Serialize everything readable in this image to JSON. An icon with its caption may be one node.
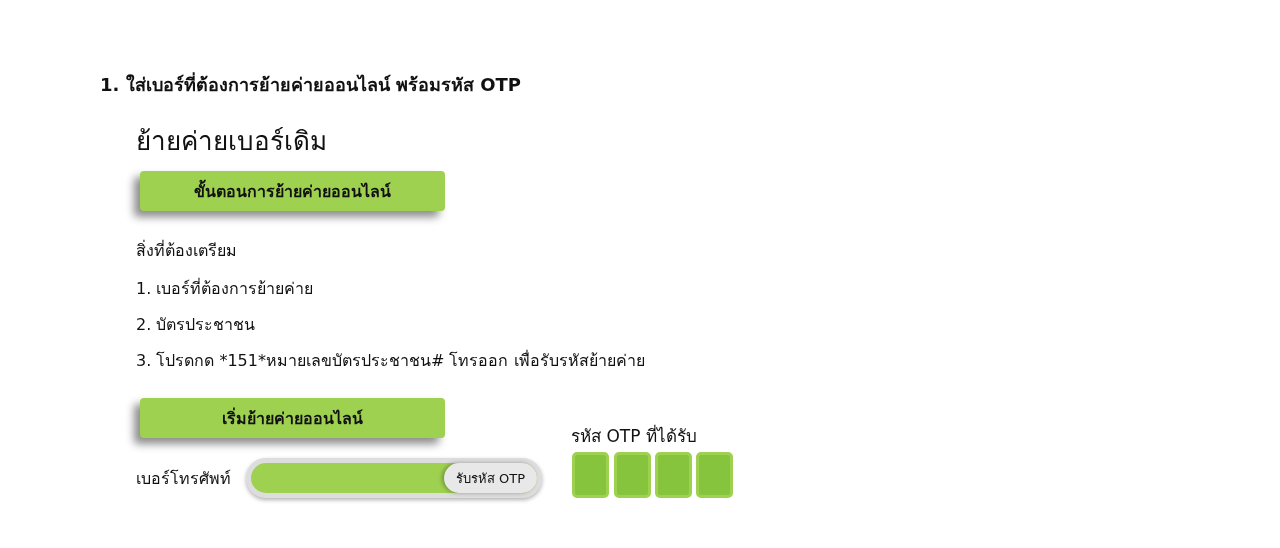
{
  "diagram": {
    "title": "1.  ใส่เบอร์ที่ต้องการย้ายค่ายออนไลน์ พร้อมรหัส OTP",
    "nodes": [
      {
        "text": [
          "ขั้นตอนการย้ายค่ายออนไลน์"
        ]
      },
      {
        "text": [
          "เริ่มย้ายค่ายออนไลน์"
        ]
      },
      {
        "text": [],
        "shape": "box"
      },
      {
        "text": [
          "รับรหัส OTP"
        ],
        "in": 2
      },
      {
        "text": [],
        "shape": "box"
      },
      {
        "text": [],
        "shape": "box"
      },
      {
        "text": [],
        "shape": "box"
      },
      {
        "text": [],
        "shape": "box"
      }
    ],
    "edges": [],
    "labels": [
      "ย้ายค่ายเบอร์เดิม",
      "สิ่งที่ต้องเตรียม",
      "1. เบอร์ที่ต้องการย้ายค่าย",
      "2. บัตรประชาชน",
      "3. โปรดกด *151*หมายเลขบัตรประชาชน# โทรออก เพื่อรับรหัสย้ายค่าย",
      "เบอร์โทรศัพท์",
      "รหัส OTP ที่ได้รับ"
    ]
  }
}
